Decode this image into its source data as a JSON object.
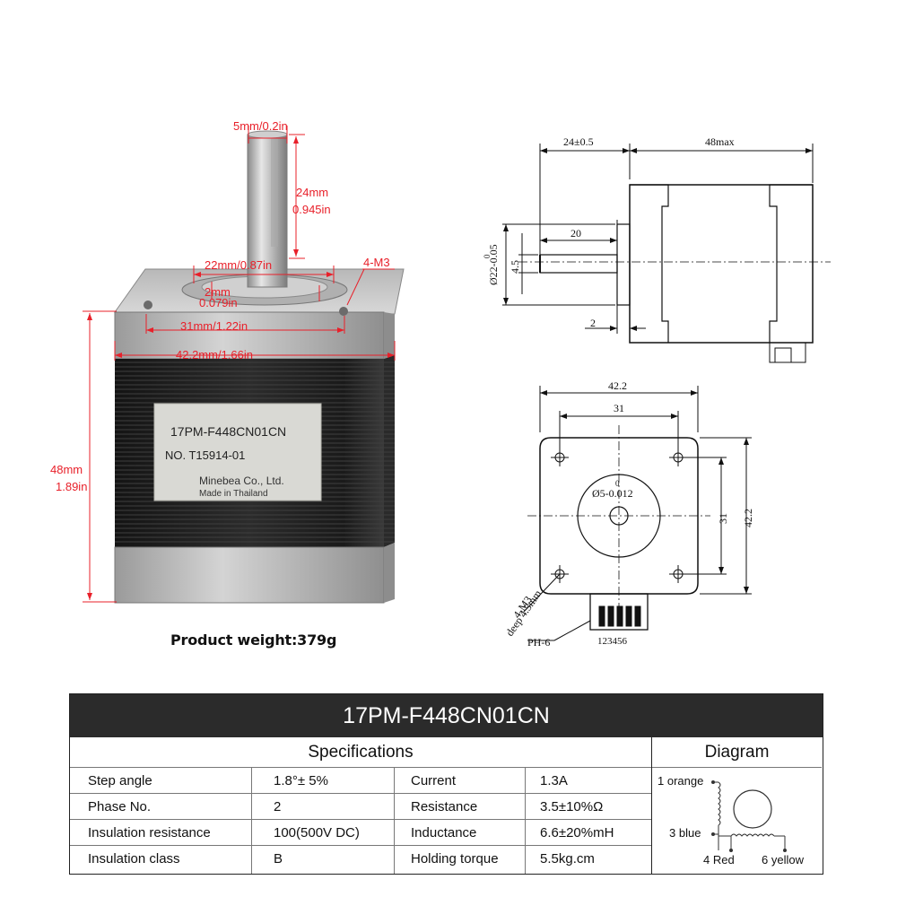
{
  "photo": {
    "shaft_diameter": "5mm/0.2in",
    "shaft_length_mm": "24mm",
    "shaft_length_in": "0.945in",
    "boss_diameter": "22mm/0.87in",
    "boss_height_mm": "2mm",
    "boss_height_in": "0.079in",
    "screw_label": "4-M3",
    "hole_spacing": "31mm/1.22in",
    "body_width": "42.2mm/1.66in",
    "body_height_mm": "48mm",
    "body_height_in": "1.89in",
    "label_model": "17PM-F448CN01CN",
    "label_no": "NO. T15914-01",
    "label_maker": "Minebea Co., Ltd.",
    "label_origin": "Made in Thailand"
  },
  "weight": "Product weight:379g",
  "side_drawing": {
    "dim_shaft": "24±0.5",
    "dim_body": "48max",
    "dim_shaft_inner": "20",
    "dim_flat": "4.5",
    "dim_boss": "Ø22-0.05",
    "dim_boss_zero": "0",
    "dim_step": "2"
  },
  "front_drawing": {
    "dim_width": "42.2",
    "dim_spacing": "31",
    "dim_height": "42.2",
    "dim_spacing_v": "31",
    "dim_shaft": "Ø5-0.012",
    "dim_shaft_zero": "0",
    "screw": "4-M3",
    "screw_depth": "deep 4.5mm",
    "connector": "PH-6",
    "pins": "123456"
  },
  "table": {
    "title": "17PM-F448CN01CN",
    "spec_header": "Specifications",
    "diagram_header": "Diagram",
    "rows": [
      {
        "k1": "Step angle",
        "v1": "1.8°± 5%",
        "k2": "Current",
        "v2": "1.3A"
      },
      {
        "k1": "Phase No.",
        "v1": "2",
        "k2": "Resistance",
        "v2": "3.5±10%Ω"
      },
      {
        "k1": "Insulation resistance",
        "v1": "100(500V  DC)",
        "k2": "Inductance",
        "v2": "6.6±20%mH"
      },
      {
        "k1": "Insulation class",
        "v1": "B",
        "k2": "Holding torque",
        "v2": "5.5kg.cm"
      }
    ],
    "wires": {
      "w1": "1 orange",
      "w3": "3 blue",
      "w4": "4 Red",
      "w6": "6 yellow"
    }
  }
}
